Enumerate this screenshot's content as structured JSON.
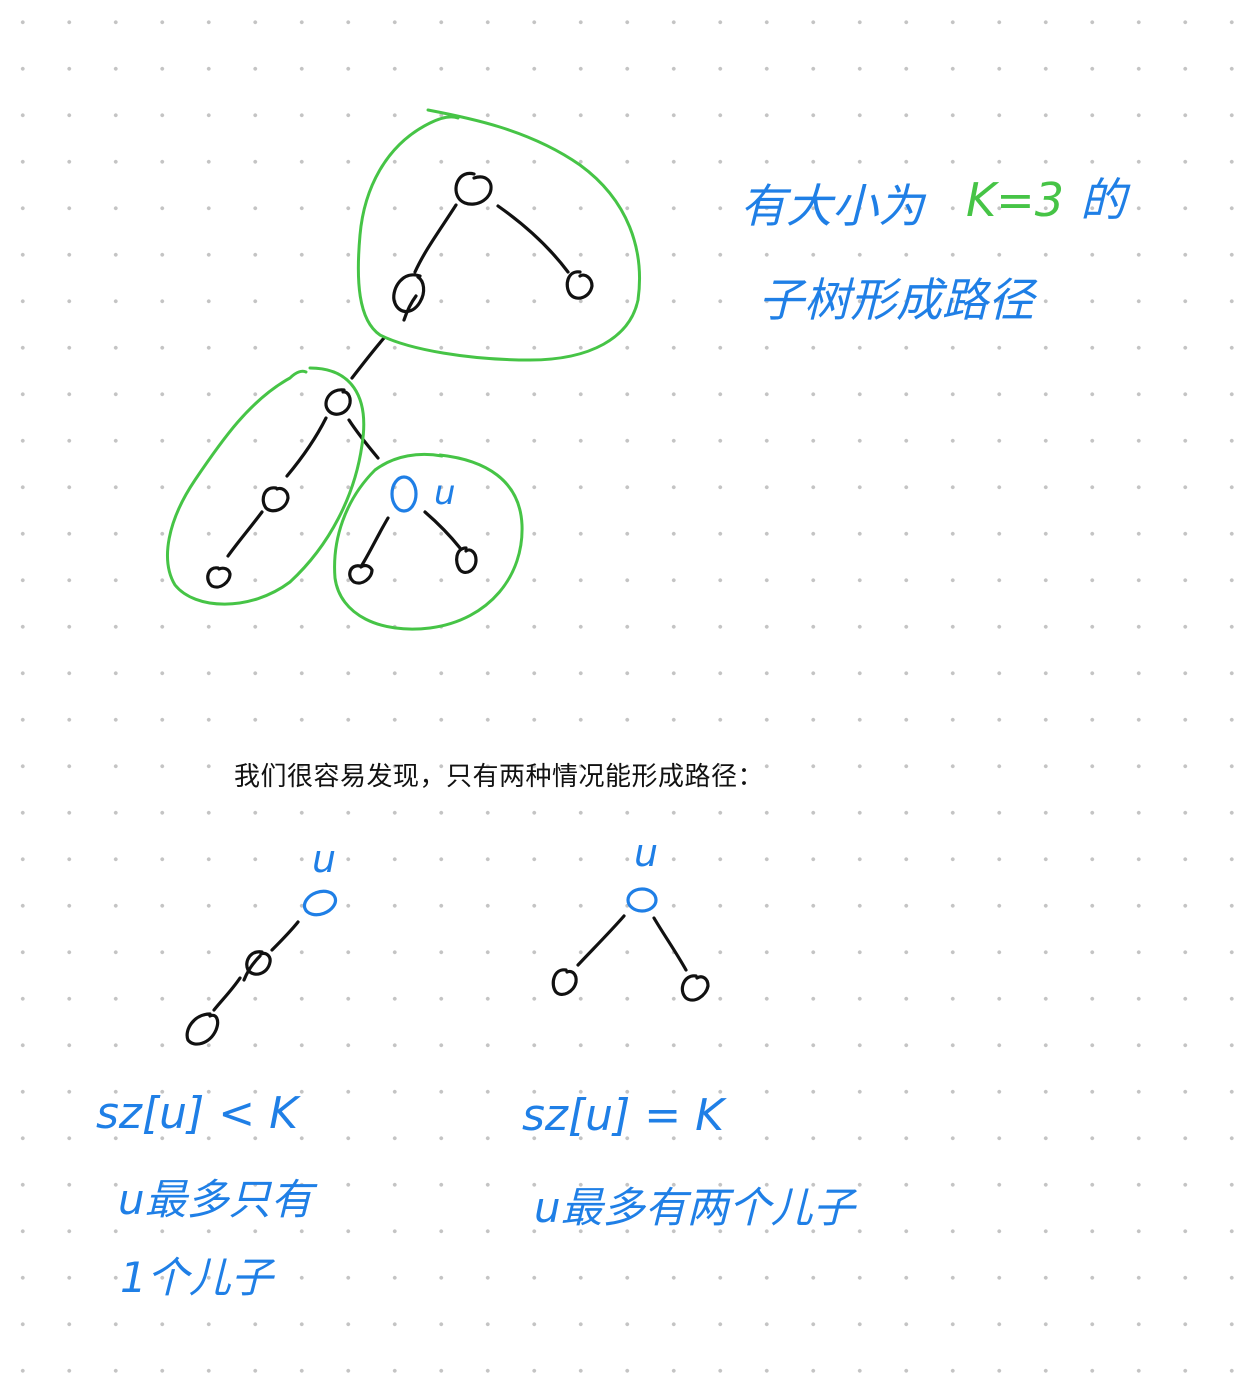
{
  "note": {
    "annotation_line1_prefix": "有大小为",
    "annotation_k": "K=3",
    "annotation_line1_suffix": "的",
    "annotation_line2": "子树形成路径",
    "node_u_label": "u",
    "caption": "我们很容易发现，只有两种情况能形成路径：",
    "case_left": {
      "node_label": "u",
      "condition": "sz[u] < K",
      "desc_line1": "u最多只有",
      "desc_line2": "1个儿子"
    },
    "case_right": {
      "node_label": "u",
      "condition": "sz[u] = K",
      "desc_line1": "u最多有两个儿子"
    }
  },
  "colors": {
    "ink_black": "#111111",
    "ink_green": "#46c446",
    "ink_blue": "#1f7fe6",
    "dot_grid": "#c4c4c4"
  }
}
